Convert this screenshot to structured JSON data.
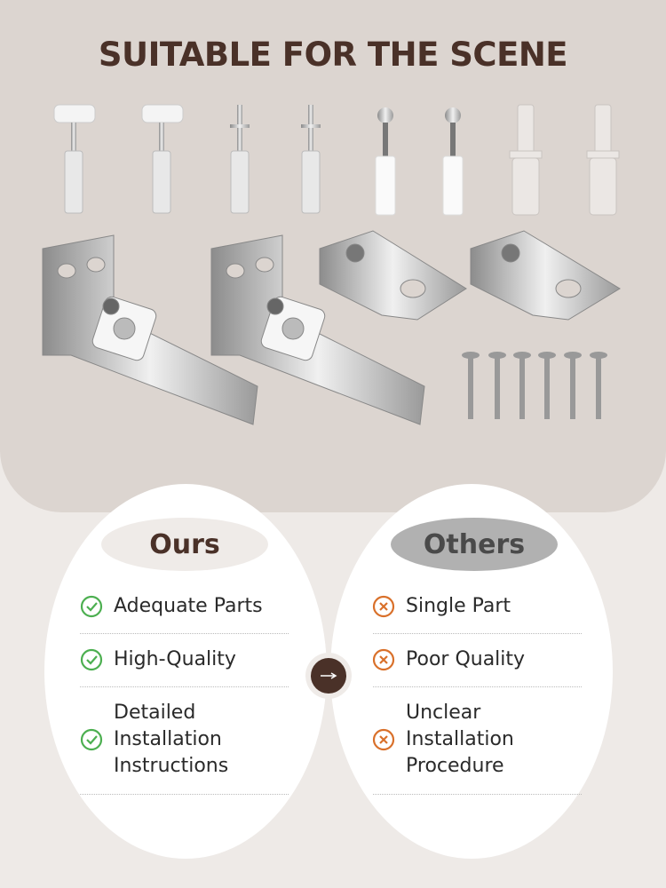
{
  "header": {
    "title": "SUITABLE FOR THE SCENE"
  },
  "colors": {
    "brown": "#4a3128",
    "green": "#4caf50",
    "orange": "#d9702a"
  },
  "ours": {
    "label": "Ours",
    "items": [
      {
        "text": "Adequate Parts",
        "icon": "check-circle-icon"
      },
      {
        "text": "High-Quality",
        "icon": "check-circle-icon"
      },
      {
        "lines": [
          "Detailed",
          "Installation",
          "Instructions"
        ],
        "icon": "check-circle-icon"
      }
    ]
  },
  "others": {
    "label": "Others",
    "items": [
      {
        "text": "Single Part",
        "icon": "x-circle-icon"
      },
      {
        "text": "Poor Quality",
        "icon": "x-circle-icon"
      },
      {
        "lines": [
          "Unclear",
          "Installation",
          "Procedure"
        ],
        "icon": "x-circle-icon"
      }
    ]
  },
  "divider": {
    "icon": "arrow-right-icon"
  }
}
